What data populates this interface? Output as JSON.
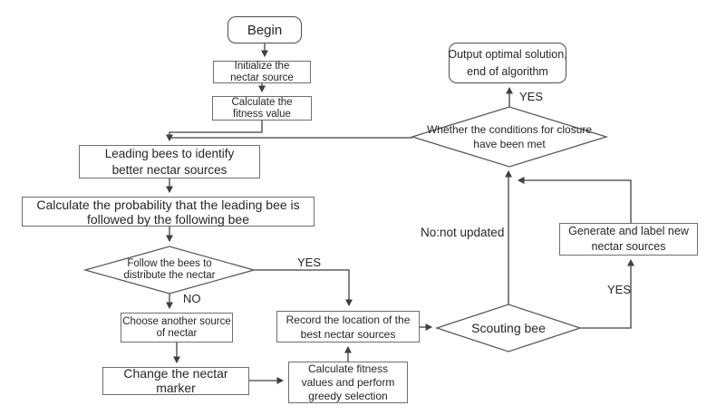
{
  "nodes": {
    "begin": {
      "label": "Begin"
    },
    "initialize": {
      "line1": "Initialize the",
      "line2": "nectar source"
    },
    "calc_fitness": {
      "line1": "Calculate the",
      "line2": "fitness value"
    },
    "leading": {
      "line1": "Leading bees to identify",
      "line2": "better nectar sources"
    },
    "probability": {
      "line1": "Calculate the probability that the leading bee is",
      "line2": "followed by the following bee"
    },
    "follow": {
      "line1": "Follow the bees to",
      "line2": "distribute the nectar"
    },
    "choose": {
      "line1": "Choose another source",
      "line2": "of nectar"
    },
    "change": {
      "line1": "Change the nectar",
      "line2": "marker"
    },
    "calc_greedy": {
      "line1": "Calculate fitness",
      "line2": "values and perform",
      "line3": "greedy selection"
    },
    "record": {
      "line1": "Record the location of the",
      "line2": "best nectar sources"
    },
    "scout": {
      "label": "Scouting bee"
    },
    "generate": {
      "line1": "Generate and label new",
      "line2": "nectar sources"
    },
    "closure": {
      "line1": "Whether the conditions for closure",
      "line2": "have been met"
    },
    "output": {
      "line1": "Output optimal solution,",
      "line2": "end of algorithm"
    }
  },
  "edge_labels": {
    "follow_yes": "YES",
    "follow_no": "NO",
    "scout_no": "No:not updated",
    "scout_yes": "YES",
    "closure_yes": "YES"
  },
  "colors": {
    "background": "#ffffff",
    "line": "#404040",
    "node_border": "#6e6e6e",
    "text": "#262626"
  }
}
